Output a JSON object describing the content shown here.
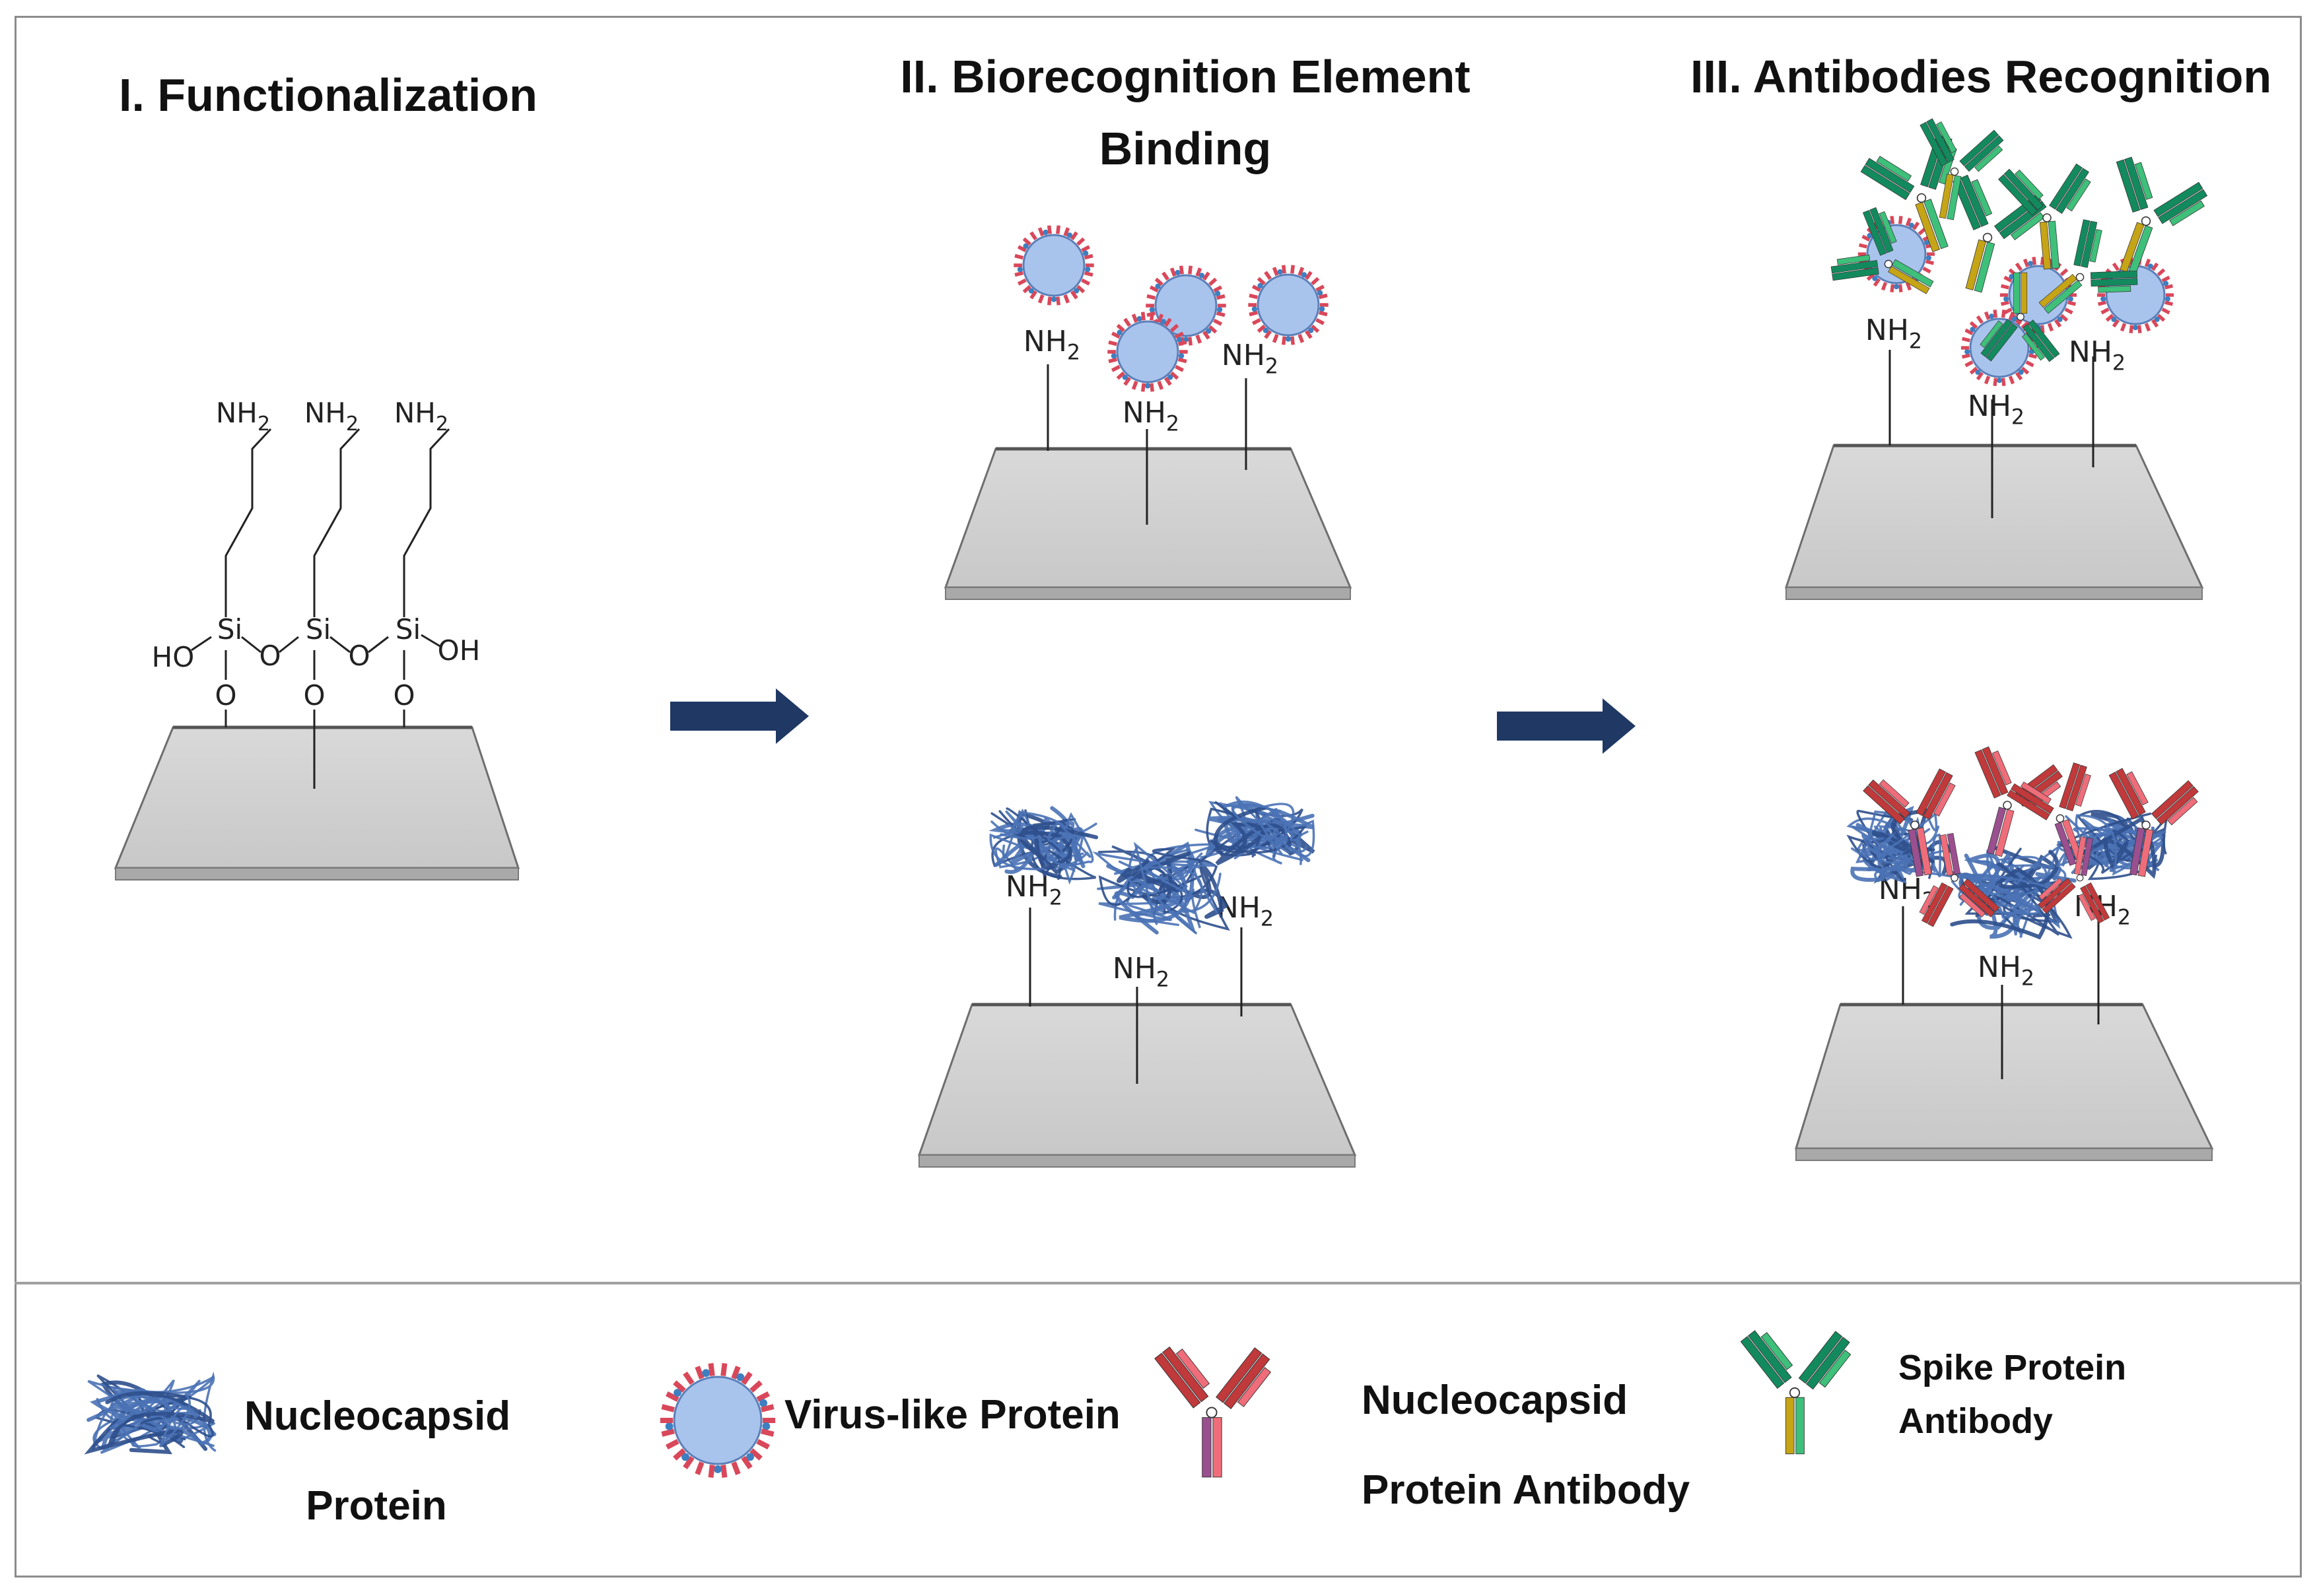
{
  "steps": [
    {
      "title_line1": "I. Functionalization"
    },
    {
      "title_line1": "II. Biorecognition Element",
      "title_line2": "Binding"
    },
    {
      "title_line1": "III. Antibodies Recognition"
    }
  ],
  "chem_labels": {
    "amine": "NH",
    "amine_subscript": "2",
    "silicon": "Si",
    "oxygen": "O",
    "hydroxyl_left": "HO",
    "hydroxyl_right": "OH"
  },
  "legend": {
    "nucleocapsid_line1": "Nucleocapsid",
    "nucleocapsid_line2": "Protein",
    "vlp": "Virus-like Protein",
    "n_antibody_line1": "Nucleocapsid",
    "n_antibody_line2": "Protein Antibody",
    "spike_antibody_line1": "Spike Protein",
    "spike_antibody_line2": "Antibody"
  },
  "colors": {
    "arrow": "#1f3864",
    "slide_top": "#d6d6d6",
    "slide_side": "#a9a9a9",
    "vlp_core": "#a9c4ec",
    "vlp_spike_red": "#d9485a",
    "vlp_spike_blue": "#3d7fc1",
    "protein_ribbon": "#4a72b5",
    "n_antibody_red": "#c0393b",
    "n_antibody_purple": "#9a4f8f",
    "n_antibody_pink": "#ef6d7a",
    "spike_antibody_green": "#138a5e",
    "spike_antibody_lightgreen": "#3ec07a",
    "spike_antibody_gold": "#c5a416"
  },
  "icons": [
    "arrow-right-icon",
    "glass-slide-icon",
    "virus-like-particle-icon",
    "nucleocapsid-protein-icon",
    "antibody-icon"
  ]
}
